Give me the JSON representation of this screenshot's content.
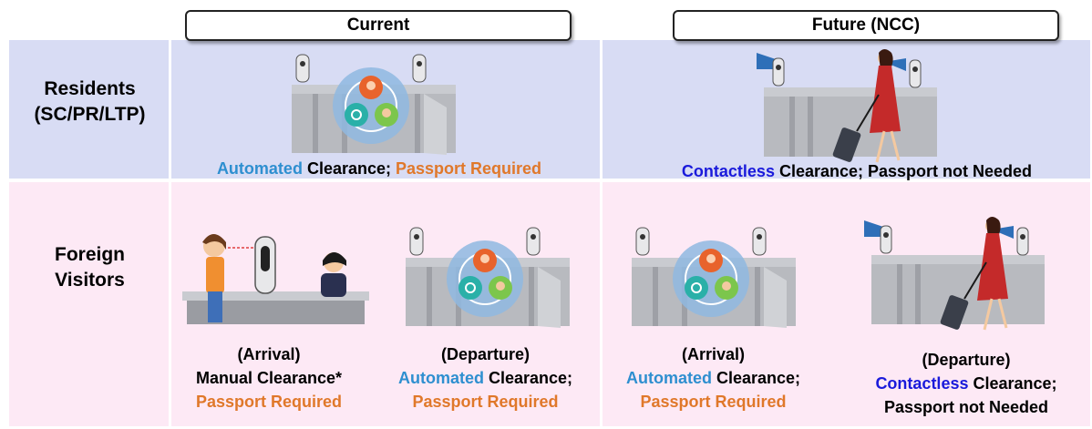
{
  "headers": {
    "current": "Current",
    "future": "Future (NCC)"
  },
  "rows": {
    "residents": {
      "line1": "Residents",
      "line2": "(SC/PR/LTP)"
    },
    "foreign": {
      "line1": "Foreign",
      "line2": "Visitors"
    }
  },
  "captions": {
    "res_current": {
      "automated": "Automated",
      "clearance": " Clearance; ",
      "passport_required": "Passport Required"
    },
    "res_future": {
      "contactless": "Contactless",
      "rest": " Clearance; Passport not Needed"
    },
    "fv_arrival_current": {
      "arrival": "(Arrival)",
      "manual": "Manual Clearance*",
      "passport_required": "Passport Required"
    },
    "fv_departure_current": {
      "departure": "(Departure)",
      "automated": "Automated",
      "clearance": " Clearance;",
      "passport_required": "Passport Required"
    },
    "fv_arrival_future": {
      "arrival": "(Arrival)",
      "automated": "Automated",
      "clearance": " Clearance;",
      "passport_required": "Passport Required"
    },
    "fv_departure_future": {
      "departure": "(Departure)",
      "contactless": "Contactless",
      "clearance": " Clearance;",
      "passport_not_needed": "Passport not Needed"
    }
  },
  "colors": {
    "automated": "#2e8fd0",
    "passport_required": "#e0782a",
    "contactless": "#1a1adb",
    "residents_band": "#d8dcf4",
    "foreign_band": "#fde9f5"
  }
}
